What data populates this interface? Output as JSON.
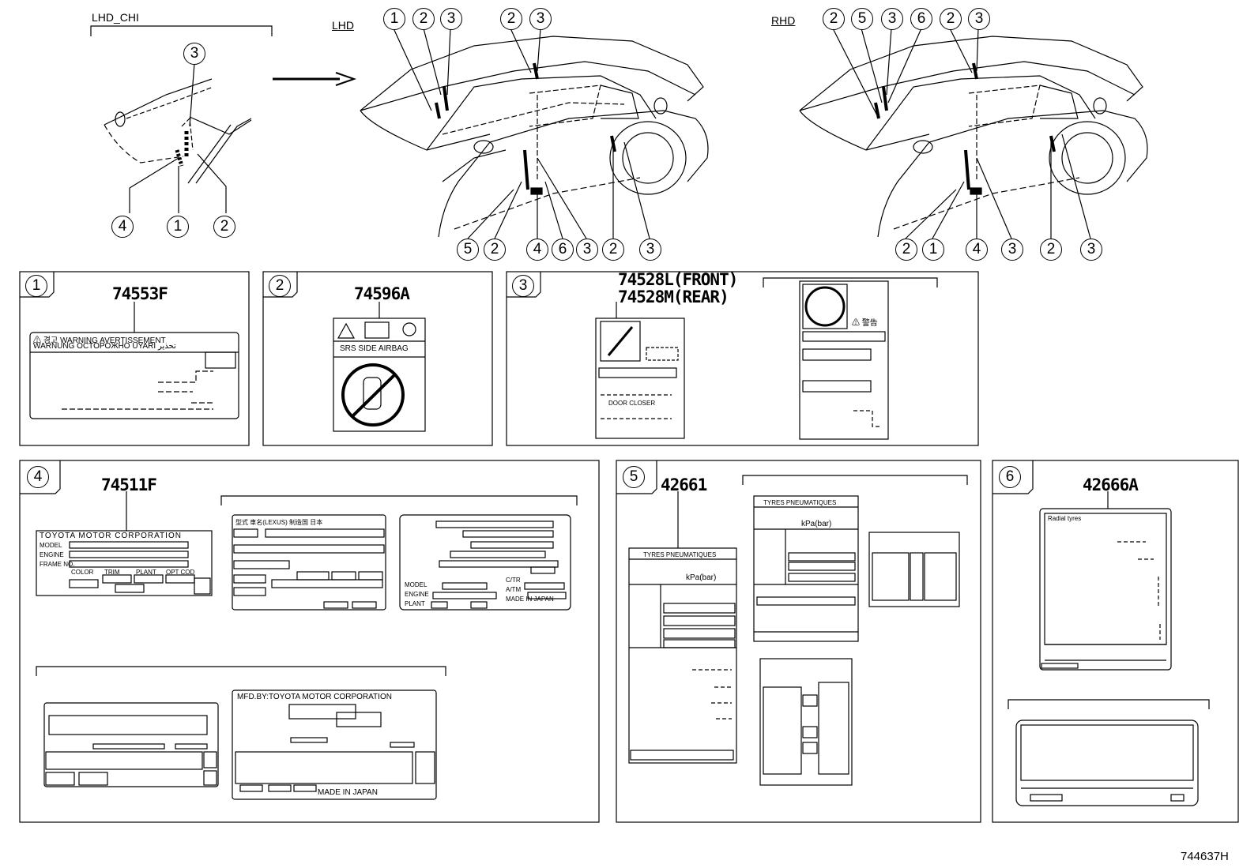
{
  "header": {
    "lhd_chi_label": "LHD_CHI",
    "lhd_label": "LHD",
    "rhd_label": "RHD"
  },
  "callouts": [
    "1",
    "2",
    "3",
    "4",
    "5",
    "6"
  ],
  "panels": {
    "p1": {
      "num": "1",
      "part": "74553F",
      "line1": "⚠ 경고 WARNING AVERTISSEMENT",
      "line2": "WARNUNG OCTOPOЖНО UYARI تحذير"
    },
    "p2": {
      "num": "2",
      "part": "74596A",
      "text": "SRS  SIDE  AIRBAG"
    },
    "p3": {
      "num": "3",
      "part_front": "74528L(FRONT)",
      "part_rear": "74528M(REAR)",
      "door_text": "DOOR CLOSER",
      "warn": "⚠ 警告"
    },
    "p4": {
      "num": "4",
      "part": "74511F",
      "corp": "TOYOTA MOTOR CORPORATION",
      "model": "MODEL",
      "engine": "ENGINE",
      "frame": "FRAME NO.",
      "color": "COLOR",
      "trim": "TRIM",
      "plant": "PLANT",
      "opt": "OPT COD",
      "jp_head": "型式   車名(LEXUS)   制造国  日本",
      "model2": "MODEL",
      "engine2": "ENGINE",
      "plant2": "PLANT",
      "ctr": "C/TR",
      "atm": "A/TM",
      "made2": "MADE IN JAPAN",
      "mfd": "MFD.BY:TOYOTA MOTOR CORPORATION",
      "made": "MADE IN JAPAN"
    },
    "p5": {
      "num": "5",
      "part": "42661",
      "tyres": "TYRES PNEUMATIQUES",
      "kpa": "kPa(bar)",
      "tyres2": "TYRES PNEUMATIQUES",
      "kpa2": "kPa(bar)"
    },
    "p6": {
      "num": "6",
      "part": "42666A",
      "radial": "Radial tyres"
    }
  },
  "footer": {
    "id": "744637H"
  }
}
